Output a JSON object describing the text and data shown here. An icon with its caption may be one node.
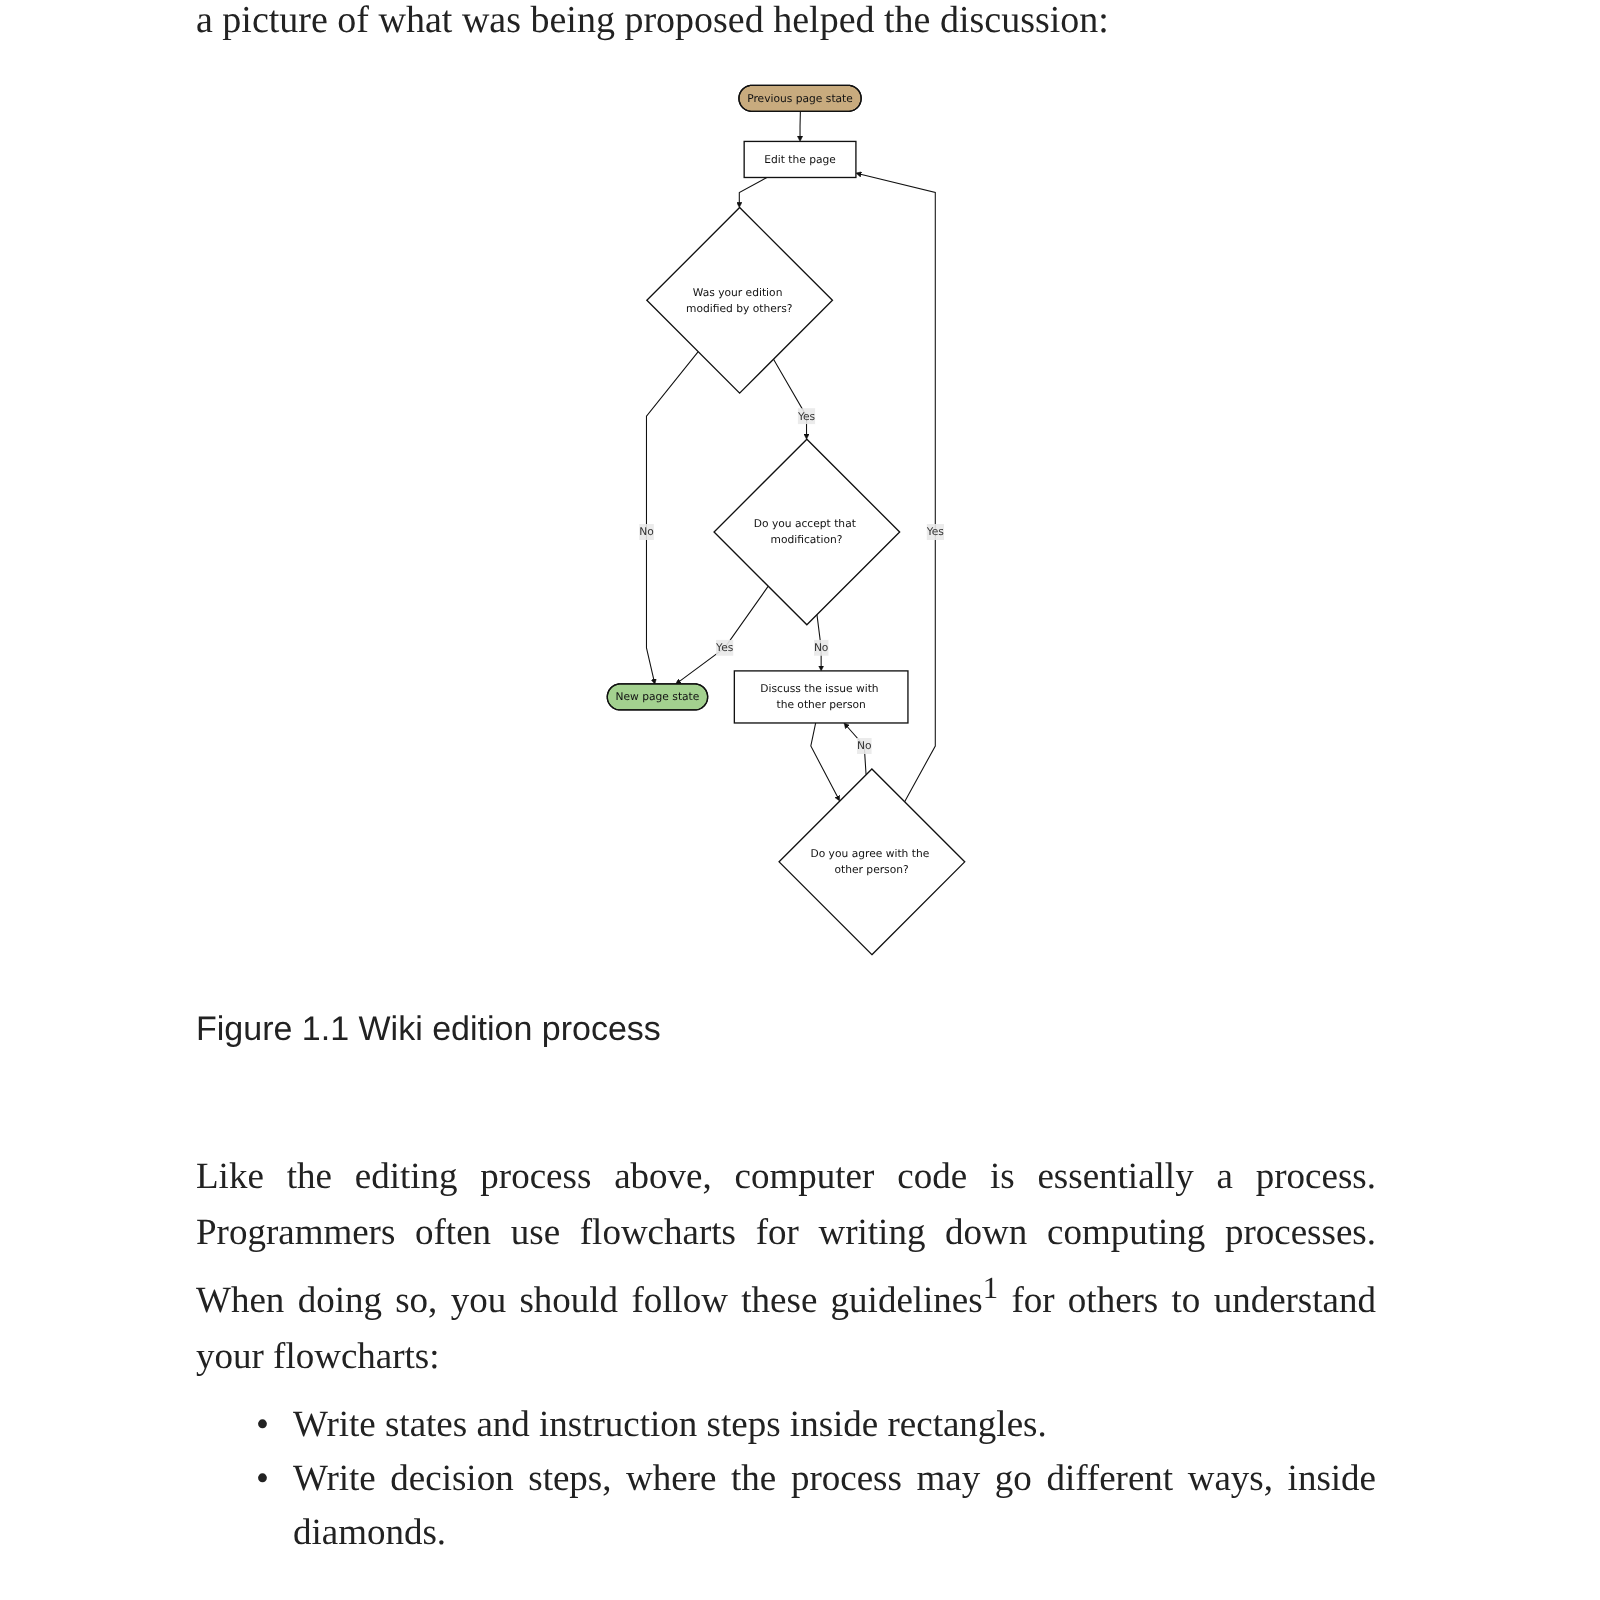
{
  "diagram": {
    "caption": "Figure 1.1 Wiki edition process",
    "nodes": [
      {
        "text": [
          "Previous page state"
        ]
      },
      {
        "text": [
          "Edit the page"
        ]
      },
      {
        "text": [
          "Do you agree with the other person?"
        ]
      },
      {
        "text": [
          "Discuss the issue with the other person"
        ]
      },
      {
        "text": [
          "Was your edition modified by others?"
        ]
      },
      {
        "text": [
          "New page state"
        ]
      },
      {
        "text": [
          "Do you accept that modification?"
        ]
      }
    ],
    "edges": [
      {
        "from": 0,
        "to": 1,
        "arrow": "to"
      },
      {
        "from": 2,
        "to": 1,
        "arrow": "to",
        "label": "Yes"
      },
      {
        "from": 2,
        "to": 3,
        "arrow": "to",
        "label": "No"
      },
      {
        "from": 3,
        "to": 2,
        "arrow": "to"
      },
      {
        "from": 1,
        "to": 4,
        "arrow": "to"
      },
      {
        "from": 4,
        "to": 5,
        "arrow": "to",
        "label": "No"
      },
      {
        "from": 4,
        "to": 6,
        "arrow": "to",
        "label": "Yes"
      },
      {
        "from": 6,
        "to": 5,
        "arrow": "to",
        "label": "Yes"
      },
      {
        "from": 6,
        "to": 3,
        "arrow": "to",
        "label": "No"
      }
    ],
    "labels": [
      "a picture of what was being proposed helped the discussion:",
      "Like the editing process above, computer code is essentially a process. Programmers often use flowcharts for writing down computing processes. When doing so, you should follow these guidelines$^{1}$ for others to understand your flowcharts:",
      "•",
      "Write states and instruction steps inside rectangles.",
      "•",
      "Write decision steps, where the process may go different ways, inside diamonds."
    ]
  }
}
